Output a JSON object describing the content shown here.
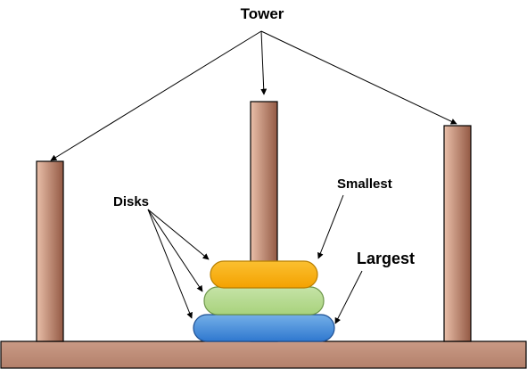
{
  "labels": {
    "tower": "Tower",
    "disks": "Disks",
    "smallest": "Smallest",
    "largest": "Largest"
  },
  "colors": {
    "wood_light": "#e9bfa9",
    "wood_dark": "#935944",
    "disk_small_top": "#fbc030",
    "disk_small_bottom": "#f4a100",
    "disk_small_stroke": "#b77e00",
    "disk_medium_top": "#c5e3a7",
    "disk_medium_bottom": "#a8d27c",
    "disk_medium_stroke": "#6c9549",
    "disk_large_top": "#74afe8",
    "disk_large_bottom": "#2f78cf",
    "disk_large_stroke": "#1d4f92",
    "outline": "#000000"
  }
}
